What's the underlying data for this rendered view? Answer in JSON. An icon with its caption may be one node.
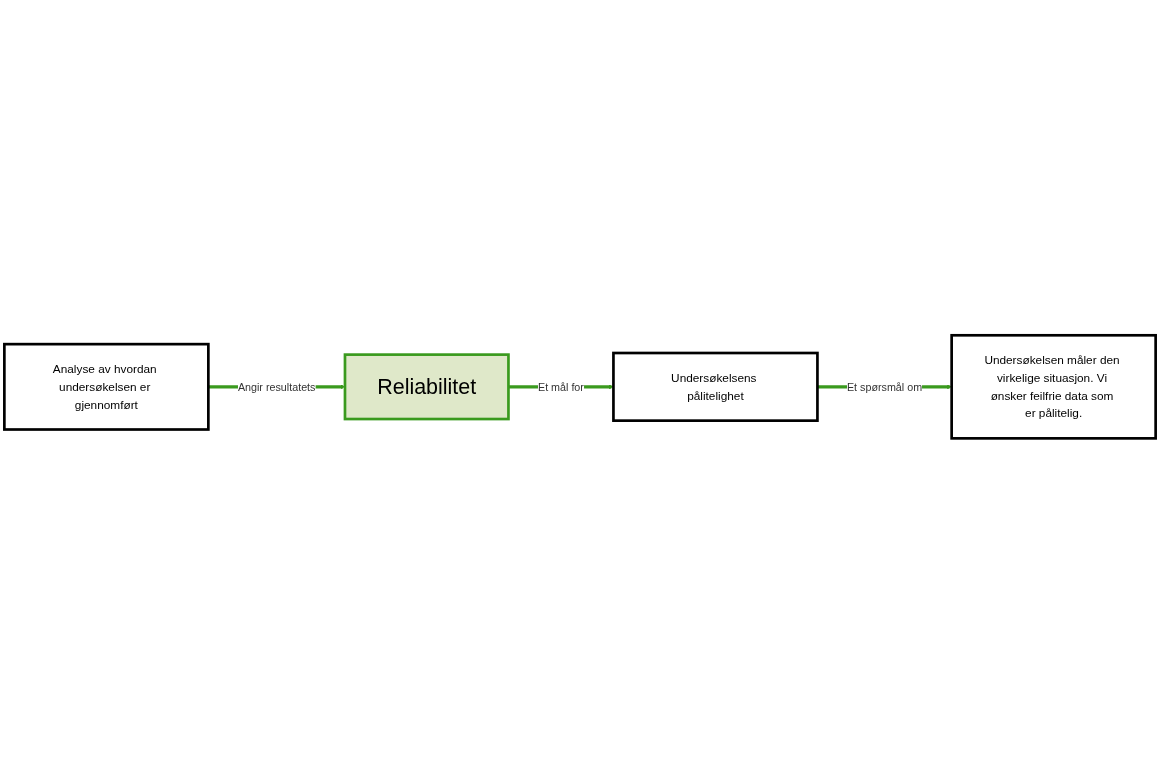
{
  "diagram": {
    "nodes": [
      {
        "text": [
          "Reliabilitet"
        ]
      },
      {
        "text": [
          "Undersøkelsens pålitelighet"
        ]
      },
      {
        "text": [
          "Analyse av hvordan undersøkelsen er gjennomført"
        ]
      },
      {
        "text": [
          "Undersøkelsen måler den virkelige situasjon. Vi ønsker feilfrie data som er pålitelig."
        ]
      }
    ],
    "edges": [
      {
        "from": 0,
        "to": 1,
        "arrow": "to",
        "label": "Et mål for"
      },
      {
        "from": 1,
        "to": 3,
        "arrow": "to",
        "label": "Et spørsmål om"
      },
      {
        "from": 2,
        "to": 0,
        "arrow": "to",
        "label": "Angir resultatets"
      }
    ]
  }
}
